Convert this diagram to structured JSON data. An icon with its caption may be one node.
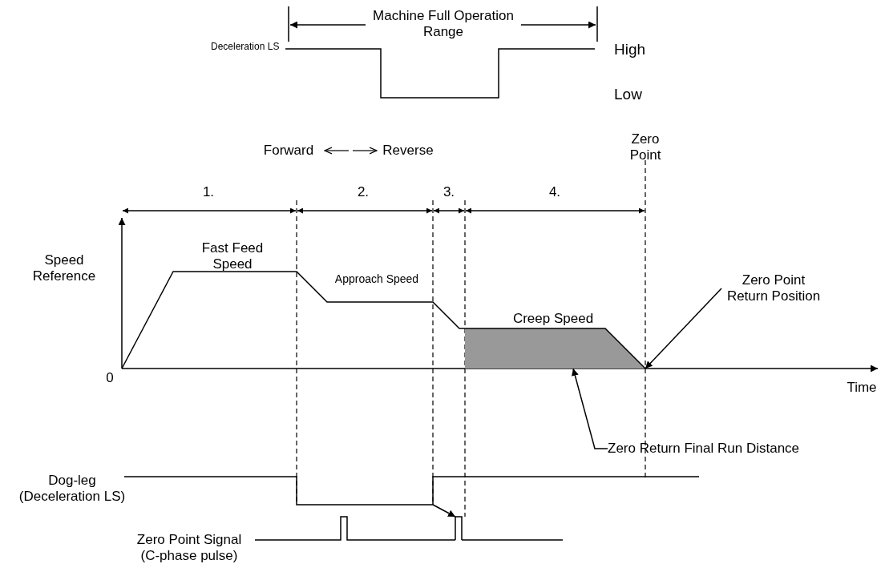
{
  "diagram": {
    "nodes": [
      {
        "text": [
          "Zero Point Return Position"
        ]
      },
      {
        "text": [],
        "shape": "polygon"
      },
      {
        "text": [
          "Zero Return Final Run Distance"
        ]
      },
      {
        "text": [],
        "shape": "bar"
      }
    ],
    "edges": [
      {
        "from": 0,
        "to": 1,
        "arrow": "to"
      },
      {
        "from": 2,
        "to": 1,
        "arrow": "to"
      },
      {
        "from": null,
        "to": 3,
        "arrow": "to"
      }
    ],
    "labels": [
      "Machine Full Operation Range",
      "Deceleration LS",
      "High",
      "Low",
      "Forward",
      "Reverse",
      "Zero Point",
      "1.",
      "2.",
      "3.",
      "4.",
      "Speed Reference",
      "Fast Feed Speed",
      "Approach Speed",
      "Creep Speed",
      "0",
      "Time",
      "Dog-leg (Deceleration LS)",
      "Zero Point Signal (C-phase pulse)"
    ]
  }
}
